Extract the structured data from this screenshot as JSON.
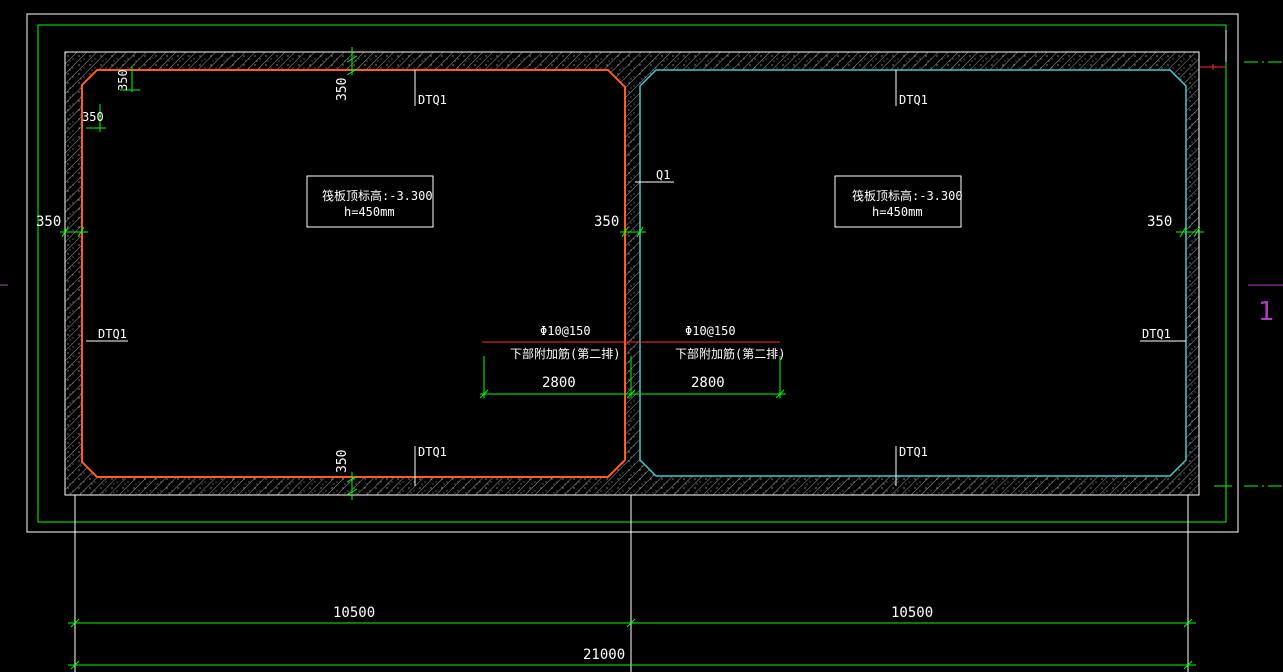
{
  "drawing": {
    "colors": {
      "background": "#000000",
      "outline": "#ffffff",
      "dimension": "#00ff00",
      "left_pool": "#ff5a1f",
      "right_pool": "#3ec7d0",
      "rebar": "#ff2a2a",
      "axis_marker": "#b03cc0"
    },
    "left_pool": {
      "slab_note_line1": "筏板顶标高:-3.300",
      "slab_note_line2": "h=450mm",
      "wall_tag_top": "DTQ1",
      "wall_tag_left": "DTQ1",
      "wall_tag_bottom": "DTQ1"
    },
    "right_pool": {
      "slab_note_line1": "筏板顶标高:-3.300",
      "slab_note_line2": "h=450mm",
      "wall_tag_top": "DTQ1",
      "wall_tag_right": "DTQ1",
      "wall_tag_bottom": "DTQ1"
    },
    "middle_wall_tag": "Q1",
    "wall_thickness": {
      "top": "350",
      "bottom": "350",
      "left": "350",
      "middle": "350",
      "right": "350",
      "haunch_h": "350",
      "haunch_v": "350"
    },
    "rebar": {
      "left_spec": "Φ10@150",
      "left_note": "下部附加筋(第二排)",
      "right_spec": "Φ10@150",
      "right_note": "下部附加筋(第二排)",
      "left_length": "2800",
      "right_length": "2800"
    },
    "dimensions": {
      "span_left": "10500",
      "span_right": "10500",
      "total": "21000"
    },
    "axis_label": "1"
  }
}
